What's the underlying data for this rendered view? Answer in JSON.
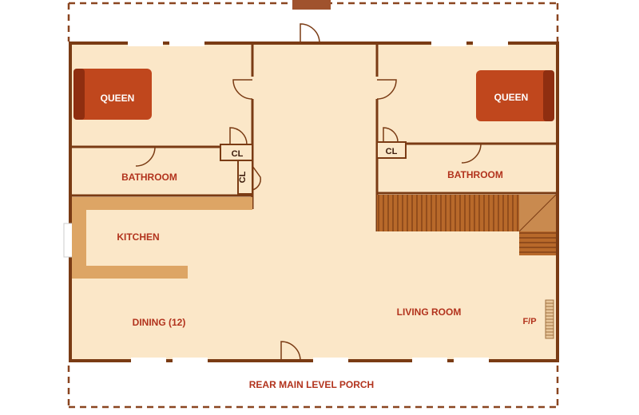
{
  "plan": {
    "rooms": {
      "bedroom_left": "QUEEN",
      "bedroom_right": "QUEEN",
      "bathroom_left": "BATHROOM",
      "bathroom_right": "BATHROOM",
      "closet_1": "CL",
      "closet_2": "CL",
      "closet_3": "CL",
      "kitchen": "KITCHEN",
      "dining": "DINING (12)",
      "living": "LIVING ROOM",
      "fireplace": "F/P",
      "porch": "REAR MAIN LEVEL PORCH"
    },
    "colors": {
      "floor": "#fbe7c8",
      "wall": "#7a3b14",
      "bed": "#c0471d",
      "bed_head": "#8f2e10",
      "counter": "#dda565",
      "stairs": "#a35a22",
      "label": "#b2331d",
      "porch_line": "#8a4520"
    }
  }
}
